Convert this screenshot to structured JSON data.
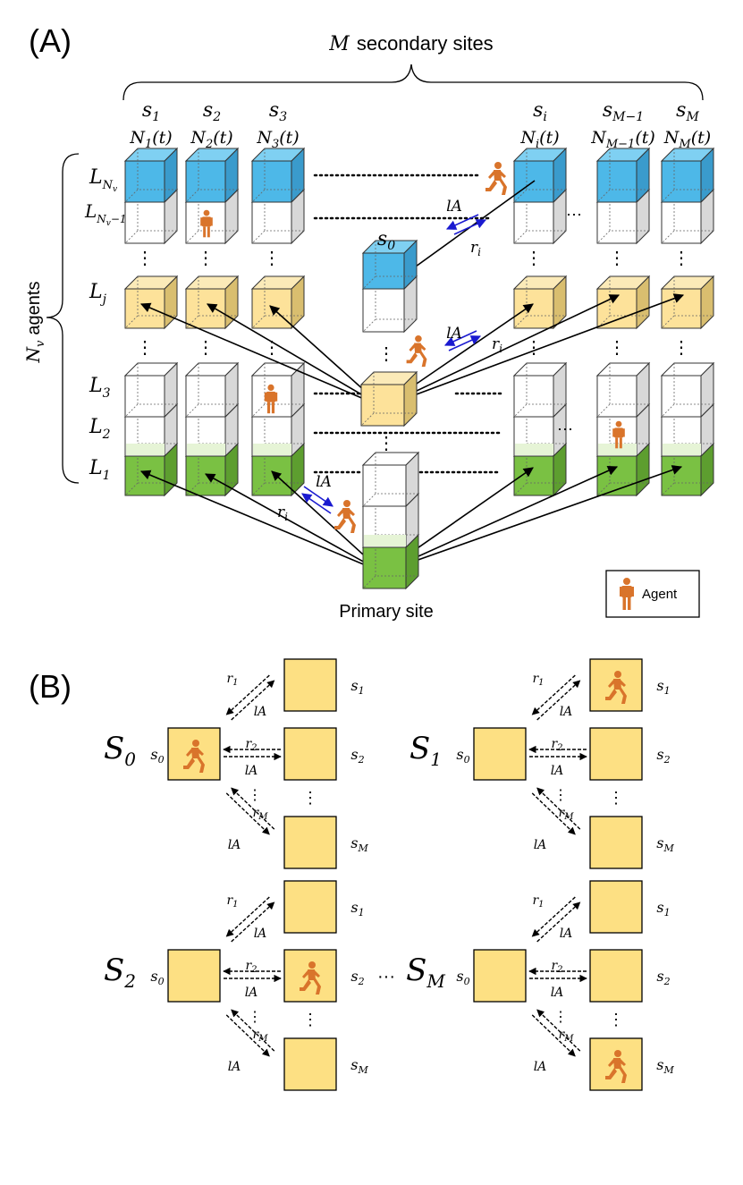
{
  "panel_a": {
    "panel_label": "(A)",
    "brace_label_var": "M",
    "brace_label_text": "secondary sites",
    "site_names": [
      "s",
      "s",
      "s",
      "s",
      "s",
      "s"
    ],
    "site_subs": [
      "1",
      "2",
      "3",
      "i",
      "M−1",
      "M"
    ],
    "site_counts": [
      "N1(t)",
      "N2(t)",
      "N3(t)",
      "Ni(t)",
      "NM−1(t)",
      "NM(t)"
    ],
    "level_labels": [
      "L_Nv",
      "L_Nv−1",
      "L_j",
      "L_3",
      "L_2",
      "L_1"
    ],
    "side_label_var": "N",
    "side_label_sub": "v",
    "side_label_text": "agents",
    "center_site": "s",
    "center_site_sub": "0",
    "rate_lA": "lA",
    "rate_r": "r",
    "rate_r_sub": "i",
    "primary_site": "Primary site",
    "legend_label": "Agent",
    "colors": {
      "blue": "#4db8e8",
      "yellow": "#fde29a",
      "green": "#7ac143",
      "agent": "#d9742b"
    }
  },
  "panel_b": {
    "panel_label": "(B)",
    "states": [
      {
        "name": "S",
        "sub": "0",
        "agent_at": "s0"
      },
      {
        "name": "S",
        "sub": "1",
        "agent_at": "s1"
      },
      {
        "name": "S",
        "sub": "2",
        "agent_at": "s2"
      },
      {
        "name": "S",
        "sub": "M",
        "agent_at": "sM"
      }
    ],
    "site_labels": [
      "s0",
      "s1",
      "s2",
      "sM"
    ],
    "rates": [
      "r1",
      "lA",
      "r2",
      "lA",
      "rM",
      "lA"
    ],
    "ellipsis": "···",
    "colors": {
      "box": "#fde083",
      "agent": "#d9742b"
    }
  }
}
